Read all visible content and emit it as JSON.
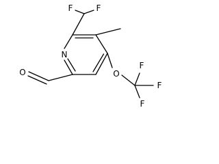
{
  "molecule": {
    "atoms": {
      "ring_nitrogen": "N",
      "chf2_fluorine_left": "F",
      "chf2_fluorine_right": "F",
      "aldehyde_oxygen": "O",
      "ether_oxygen": "O",
      "cf3_fluorine_top": "F",
      "cf3_fluorine_right": "F",
      "cf3_fluorine_bottom": "F"
    }
  }
}
